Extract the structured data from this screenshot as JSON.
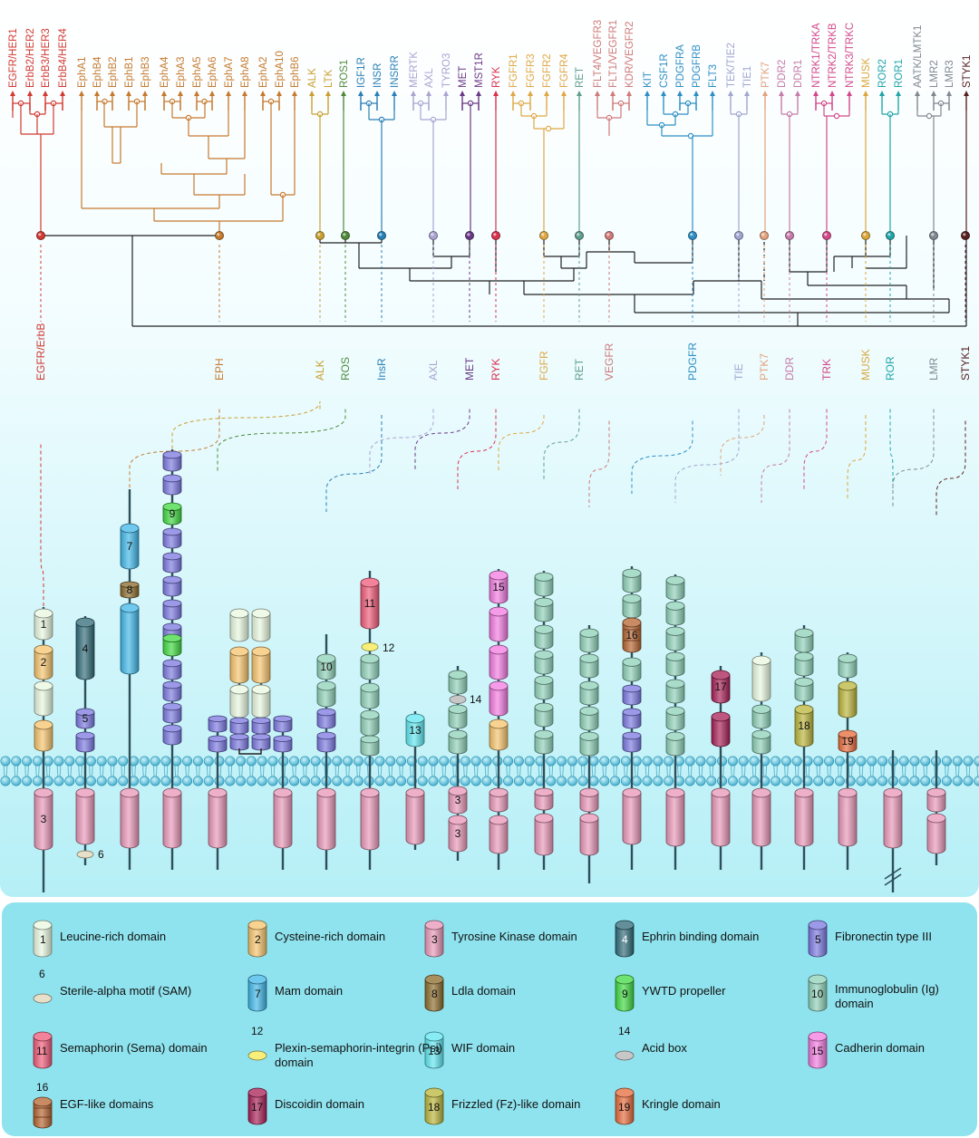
{
  "genes": [
    {
      "label": "EGFR/HER1",
      "color": "#d23a32"
    },
    {
      "label": "ErbB2/HER2",
      "color": "#d23a32"
    },
    {
      "label": "ErbB3/HER3",
      "color": "#d23a32"
    },
    {
      "label": "ErbB4/HER4",
      "color": "#d23a32"
    },
    {
      "label": "EphA1",
      "color": "#c67a2e"
    },
    {
      "label": "EphB4",
      "color": "#c67a2e"
    },
    {
      "label": "EphB2",
      "color": "#c67a2e"
    },
    {
      "label": "EphB1",
      "color": "#c67a2e"
    },
    {
      "label": "EphB3",
      "color": "#c67a2e"
    },
    {
      "label": "EphA4",
      "color": "#c67a2e"
    },
    {
      "label": "EphA3",
      "color": "#c67a2e"
    },
    {
      "label": "EphA5",
      "color": "#c67a2e"
    },
    {
      "label": "EphA6",
      "color": "#c67a2e"
    },
    {
      "label": "EphA7",
      "color": "#c67a2e"
    },
    {
      "label": "EphA8",
      "color": "#c67a2e"
    },
    {
      "label": "EphA2",
      "color": "#c67a2e"
    },
    {
      "label": "EphA10",
      "color": "#c67a2e"
    },
    {
      "label": "EphB6",
      "color": "#c67a2e"
    },
    {
      "label": "ALK",
      "color": "#c9a030"
    },
    {
      "label": "LTK",
      "color": "#c9a030"
    },
    {
      "label": "ROS1",
      "color": "#4f8a3c"
    },
    {
      "label": "IGF1R",
      "color": "#2b7fb5"
    },
    {
      "label": "INSR",
      "color": "#2b7fb5"
    },
    {
      "label": "INSRR",
      "color": "#2b7fb5"
    },
    {
      "label": "MERTK",
      "color": "#a9a4d0"
    },
    {
      "label": "AXL",
      "color": "#a9a4d0"
    },
    {
      "label": "TYRO3",
      "color": "#a9a4d0"
    },
    {
      "label": "MET",
      "color": "#6b3a86"
    },
    {
      "label": "MST1R",
      "color": "#6b3a86"
    },
    {
      "label": "RYK",
      "color": "#d8324f"
    },
    {
      "label": "FGFR1",
      "color": "#e0a844"
    },
    {
      "label": "FGFR3",
      "color": "#e0a844"
    },
    {
      "label": "FGFR2",
      "color": "#e0a844"
    },
    {
      "label": "FGFR4",
      "color": "#e0a844"
    },
    {
      "label": "RET",
      "color": "#5f9e8e"
    },
    {
      "label": "FLT4/VEGFR3",
      "color": "#d07a7a"
    },
    {
      "label": "FLT1/VEGFR1",
      "color": "#d07a7a"
    },
    {
      "label": "KDR/VEGFR2",
      "color": "#d07a7a"
    },
    {
      "label": "KIT",
      "color": "#2e8fc4"
    },
    {
      "label": "CSF1R",
      "color": "#2e8fc4"
    },
    {
      "label": "PDGFRA",
      "color": "#2e8fc4"
    },
    {
      "label": "PDGFRB",
      "color": "#2e8fc4"
    },
    {
      "label": "FLT3",
      "color": "#2e8fc4"
    },
    {
      "label": "TEK/TIE2",
      "color": "#9fa6cf"
    },
    {
      "label": "TIE1",
      "color": "#9fa6cf"
    },
    {
      "label": "PTK7",
      "color": "#e2a27c"
    },
    {
      "label": "DDR2",
      "color": "#c67ba8"
    },
    {
      "label": "DDR1",
      "color": "#c67ba8"
    },
    {
      "label": "NTRK1/TRKA",
      "color": "#d3488a"
    },
    {
      "label": "NTRK2/TRKB",
      "color": "#d3488a"
    },
    {
      "label": "NTRK3/TRKC",
      "color": "#d3488a"
    },
    {
      "label": "MUSK",
      "color": "#d9a73a"
    },
    {
      "label": "ROR2",
      "color": "#21a5a8"
    },
    {
      "label": "ROR1",
      "color": "#21a5a8"
    },
    {
      "label": "AATK/LMTK1",
      "color": "#808891"
    },
    {
      "label": "LMR2",
      "color": "#808891"
    },
    {
      "label": "LMR3",
      "color": "#808891"
    },
    {
      "label": "STYK1",
      "color": "#5a2020"
    }
  ],
  "families": [
    {
      "label": "EGFR/ErbB",
      "color": "#d23a32"
    },
    {
      "label": "EPH",
      "color": "#c67a2e"
    },
    {
      "label": "ALK",
      "color": "#c9a030"
    },
    {
      "label": "ROS",
      "color": "#4f8a3c"
    },
    {
      "label": "InsR",
      "color": "#2b7fb5"
    },
    {
      "label": "AXL",
      "color": "#a9a4d0"
    },
    {
      "label": "MET",
      "color": "#6b3a86"
    },
    {
      "label": "RYK",
      "color": "#d8324f"
    },
    {
      "label": "FGFR",
      "color": "#e0a844"
    },
    {
      "label": "RET",
      "color": "#5f9e8e"
    },
    {
      "label": "VEGFR",
      "color": "#d07a7a"
    },
    {
      "label": "PDGFR",
      "color": "#2e8fc4"
    },
    {
      "label": "TIE",
      "color": "#9fa6cf"
    },
    {
      "label": "PTK7",
      "color": "#e2a27c"
    },
    {
      "label": "DDR",
      "color": "#c67ba8"
    },
    {
      "label": "TRK",
      "color": "#d3488a"
    },
    {
      "label": "MUSK",
      "color": "#d9a73a"
    },
    {
      "label": "ROR",
      "color": "#21a5a8"
    },
    {
      "label": "LMR",
      "color": "#808891"
    },
    {
      "label": "STYK1",
      "color": "#5a2020"
    }
  ],
  "domain_colors": {
    "1": "#e8f7df",
    "2": "#f5c36c",
    "3": "#e896b6",
    "4": "#2f6a77",
    "5": "#7b78e0",
    "6": "#e6e0c8",
    "7": "#3fb6e8",
    "8": "#8a6a2a",
    "9": "#3fd83f",
    "10": "#8ed0b8",
    "11": "#ef5a78",
    "12": "#f7ef7a",
    "13": "#5fe6f0",
    "14": "#c7c7c7",
    "15": "#f27ae0",
    "16": "#b5642f",
    "17": "#a81f56",
    "18": "#b9b43a",
    "19": "#e56a3a"
  },
  "domain_labels": {
    "n1": "1",
    "n2": "2",
    "n3": "3",
    "n3b": "3",
    "n3c": "3",
    "n4": "4",
    "n5": "5",
    "n6": "6",
    "n7": "7",
    "n8": "8",
    "n9": "9",
    "n10": "10",
    "n11": "11",
    "n12": "12",
    "n13": "13",
    "n14": "14",
    "n15": "15",
    "n16": "16",
    "n17": "17",
    "n18": "18",
    "n19": "19"
  },
  "legend": [
    {
      "num": "1",
      "label": "Leucine-rich domain"
    },
    {
      "num": "2",
      "label": "Cysteine-rich domain"
    },
    {
      "num": "3",
      "label": "Tyrosine Kinase domain"
    },
    {
      "num": "4",
      "label": "Ephrin binding domain"
    },
    {
      "num": "5",
      "label": "Fibronectin type III"
    },
    {
      "num": "6",
      "label": "Sterile-alpha motif (SAM)"
    },
    {
      "num": "7",
      "label": "Mam domain"
    },
    {
      "num": "8",
      "label": "Ldla domain"
    },
    {
      "num": "9",
      "label": "YWTD propeller"
    },
    {
      "num": "10",
      "label": "Immunoglobulin (Ig) domain"
    },
    {
      "num": "11",
      "label": "Semaphorin (Sema) domain"
    },
    {
      "num": "12",
      "label": "Plexin-semaphorin-integrin (Psi) domain"
    },
    {
      "num": "13",
      "label": "WIF domain"
    },
    {
      "num": "14",
      "label": "Acid box"
    },
    {
      "num": "15",
      "label": "Cadherin domain"
    },
    {
      "num": "16",
      "label": "EGF-like domains"
    },
    {
      "num": "17",
      "label": "Discoidin domain"
    },
    {
      "num": "18",
      "label": "Frizzled (Fz)-like domain"
    },
    {
      "num": "19",
      "label": "Kringle domain"
    }
  ]
}
